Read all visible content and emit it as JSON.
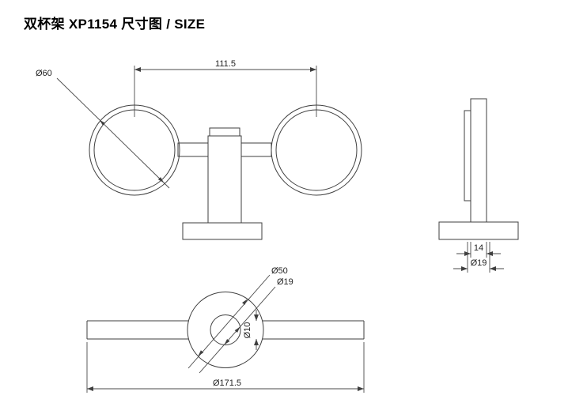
{
  "page": {
    "title": "双杯架 XP1154 尺寸图 / SIZE"
  },
  "front_view": {
    "dim_center_distance": "111.5",
    "dim_ring_diameter": "Ø60"
  },
  "side_view": {
    "dim_post_width": "14",
    "dim_post_diameter": "Ø19"
  },
  "top_view": {
    "dim_hub_outer": "Ø50",
    "dim_hub_inner": "Ø19",
    "dim_rod": "Ø10",
    "dim_overall_length": "Ø171.5"
  },
  "colors": {
    "line": "#3f3f3f",
    "text": "#222222",
    "background": "#ffffff"
  }
}
